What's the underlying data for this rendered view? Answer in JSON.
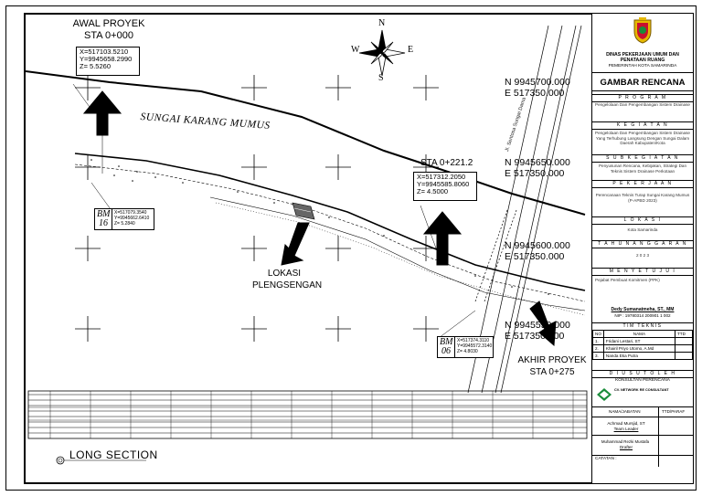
{
  "header": {
    "awal_proyek": "AWAL PROYEK",
    "awal_sta": "STA 0+000",
    "north": "N",
    "south": "S",
    "east": "E",
    "west": "W"
  },
  "coords_start": {
    "x": "X=517103.5210",
    "y": "Y=9945658.2990",
    "z": "Z=  5.5260"
  },
  "coords_mid": {
    "x": "X=517312.2050",
    "y": "Y=9945585.8060",
    "z": "Z=  4.5000"
  },
  "river_name": "SUNGAI KARANG MUMUS",
  "road_name": "Jl. Sentosa Sungai Dama",
  "sta_mid": "STA 0+221.2",
  "lokasi": {
    "line1": "LOKASI",
    "line2": "PLENGSENGAN"
  },
  "akhir": {
    "line1": "AKHIR PROYEK",
    "line2": "STA 0+275"
  },
  "grid": [
    {
      "n": "N 9945700.000",
      "e": "E 517350.000"
    },
    {
      "n": "N 9945650.000",
      "e": "E 517350.000"
    },
    {
      "n": "N 9945600.000",
      "e": "E 517350.000"
    },
    {
      "n": "N 9945550.000",
      "e": "E 517350.000"
    }
  ],
  "bm16": {
    "code": "BM 16",
    "x": "X=517079.3540",
    "y": "Y=9945662.6410",
    "z": "Z=  5.2840"
  },
  "bm06": {
    "code": "BM 06",
    "x": "X=517374.3110",
    "y": "Y=9945572.3140",
    "z": "Z=  4.8030"
  },
  "long_section": "LONG SECTION",
  "title_block": {
    "agency1": "DINAS PEKERJAAN UMUM DAN",
    "agency2": "PENATAAN RUANG",
    "agency3": "PEMERINTAH KOTA SAMARINDA",
    "sheet_title": "GAMBAR RENCANA",
    "program_head": "P R O G R A M",
    "program": "Pengelolaan Dan Pengembangan Sistem Drainase",
    "kegiatan_head": "K E G I A T A N",
    "kegiatan": "Pengelolaan Dan Pengembangan Sistem Drainase Yang Terhubung Langsung Dengan Sungai Dalam Daerah Kabupaten/Kota",
    "sub_head": "S U B  K E G I A T A N",
    "sub": "Penyusunan Rencana, Kebijakan, Strategi Dan Teknis Sistem Drainase Perkotaan",
    "pekerjaan_head": "P E K E R J A A N",
    "pekerjaan": "Perencanaan Teknis Turap Sungai Karang Mumus (P-APBD 2023)",
    "lokasi_head": "L O K A S I",
    "lokasi": "Kota Samarinda",
    "tahun_head": "T A H U N  A N G G A R A N",
    "tahun": "2 0 2 3",
    "menyetujui_head": "M E N Y E T U J U I",
    "ppk": "Pejabat Pembuat Komitmen (PPK)",
    "ppk_name": "Dedy Sumanatmeha, ST., MM",
    "ppk_nip": "NIP : 19780314 200901 1 002",
    "tim_head": "TIM TEKNIS",
    "tim_cols": [
      "NO",
      "NAMA",
      "TTD"
    ],
    "tim_rows": [
      {
        "no": "1.",
        "nama": "Fridani Lestari, ST"
      },
      {
        "no": "2.",
        "nama": "Khairil Priyo Utomo, A.Md"
      },
      {
        "no": "3.",
        "nama": "Nanda Eka Putra"
      }
    ],
    "diusut_head": "D I U S U T  O L E H",
    "konsultan": "KONSULTAN PERENCANA",
    "company": "CV. NETWORK RE CONSULTANT",
    "nama_jabatan": "NAMA/JABATAN",
    "ttd_paraf": "TTD/PARAF",
    "person1": "Achmad Mursjid, ST",
    "person1_role": "Team Leader",
    "person2": "Muhammad Rezki Mustafa",
    "person2_role": "Drafter",
    "catatan": "CATATAN :"
  },
  "colors": {
    "line": "#000000",
    "accent_logo": "#c8102e",
    "green": "#1a8c3a"
  }
}
